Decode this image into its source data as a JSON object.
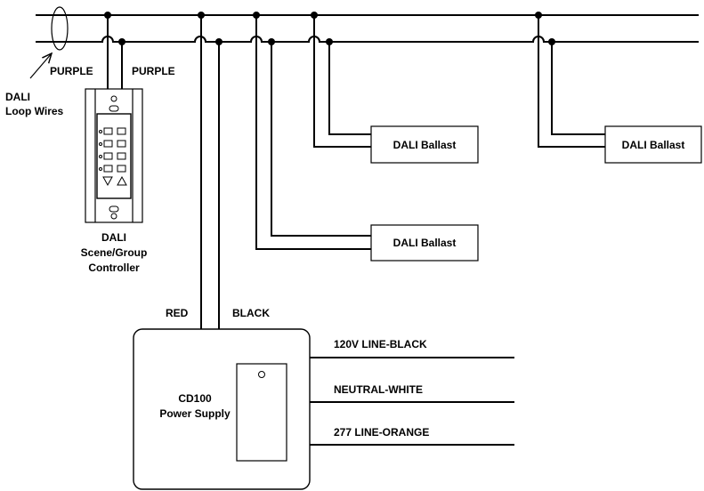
{
  "labels": {
    "loop_wires": [
      "DALI",
      "Loop Wires"
    ],
    "purple_left": "PURPLE",
    "purple_right": "PURPLE",
    "controller": [
      "DALI",
      "Scene/Group",
      "Controller"
    ],
    "red": "RED",
    "black": "BLACK",
    "ballast_1": "DALI Ballast",
    "ballast_2": "DALI Ballast",
    "ballast_3": "DALI Ballast",
    "power_supply": [
      "CD100",
      "Power Supply"
    ],
    "line_120v": "120V LINE-BLACK",
    "neutral": "NEUTRAL-WHITE",
    "line_277": "277 LINE-ORANGE"
  }
}
